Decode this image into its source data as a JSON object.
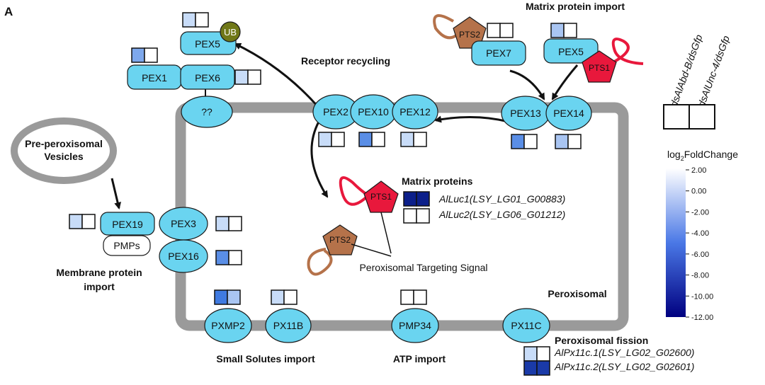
{
  "panel_letter": "A",
  "process_labels": {
    "matrix_protein_import": "Matrix protein import",
    "receptor_recycling": "Receptor recycling",
    "membrane_protein_import": [
      "Membrane protein",
      "import"
    ],
    "small_solutes_import": "Small Solutes import",
    "atp_import": "ATP import",
    "peroxisomal": "Peroxisomal",
    "peroxisomal_fission": "Peroxisomal fission",
    "pre_peroxisomal_vesicles": [
      "Pre-peroxisomal",
      "Vesicles"
    ]
  },
  "proteins": {
    "ub": "UB",
    "pex5_top": "PEX5",
    "pex1": "PEX1",
    "pex6": "PEX6",
    "unknown": "??",
    "pts2_top": "PTS2",
    "pex7": "PEX7",
    "pex5_right": "PEX5",
    "pts1_top": "PTS1",
    "pex2": "PEX2",
    "pex10": "PEX10",
    "pex12": "PEX12",
    "pex13": "PEX13",
    "pex14": "PEX14",
    "pex19": "PEX19",
    "pmps": "PMPs",
    "pex3": "PEX3",
    "pex16": "PEX16",
    "pts1_mid": "PTS1",
    "pts2_mid": "PTS2",
    "pxmp2": "PXMP2",
    "px11b": "PX11B",
    "pmp34": "PMP34",
    "px11c": "PX11C"
  },
  "matrix_proteins": {
    "title": "Matrix proteins",
    "genes": [
      "AlLuc1(LSY_LG01_G00883)",
      "AlLuc2(LSY_LG06_G01212)"
    ]
  },
  "targeting_signal_label": "Peroxisomal Targeting Signal",
  "fission_genes": [
    "AlPx11c.1(LSY_LG02_G02600)",
    "AlPx11c.2(LSY_LG02_G02601)"
  ],
  "legend": {
    "columns": [
      "dsAlAbd-B/dsGfp",
      "dsAlUnc-4/dsGfp"
    ],
    "colorbar_title_prefix": "log",
    "colorbar_title_sub": "2",
    "colorbar_title_suffix": "FoldChange",
    "ticks": [
      "2.00",
      "0.00",
      "-2.00",
      "-4.00",
      "-6.00",
      "-8.00",
      "-10.00",
      "-12.00"
    ],
    "gradient_colors": [
      "#ffffff",
      "#4a78e6",
      "#000080"
    ]
  },
  "heat_colors": {
    "pex5_top": [
      "#c8dcf8",
      "#ffffff"
    ],
    "pex1": [
      "#7ea8ec",
      "#ffffff"
    ],
    "pex6": [
      "#c8dcf8",
      "#ffffff"
    ],
    "pex7": [
      "#ffffff",
      "#ffffff"
    ],
    "pts2_pair": [
      "#ffffff",
      "#ffffff"
    ],
    "pex5_right": [
      "#a9c5f2",
      "#ffffff"
    ],
    "pex2": [
      "#c8dcf8",
      "#ffffff"
    ],
    "pex10": [
      "#5a8ee6",
      "#ffffff"
    ],
    "pex12": [
      "#c8dcf8",
      "#ffffff"
    ],
    "pex13": [
      "#5a8ee6",
      "#ffffff"
    ],
    "pex14": [
      "#a9c5f2",
      "#ffffff"
    ],
    "pex19": [
      "#c8dcf8",
      "#ffffff"
    ],
    "pex3": [
      "#c8dcf8",
      "#ffffff"
    ],
    "pex16": [
      "#5a8ee6",
      "#ffffff"
    ],
    "pxmp2": [
      "#3f7ae0",
      "#a9c5f2"
    ],
    "px11b": [
      "#c8dcf8",
      "#ffffff"
    ],
    "pmp34": [
      "#ffffff",
      "#ffffff"
    ],
    "aluc1": [
      "#0c1f8a",
      "#0c1f8a"
    ],
    "aluc2": [
      "#ffffff",
      "#ffffff"
    ],
    "alpx11c1": [
      "#c8dcf8",
      "#ffffff"
    ],
    "alpx11c2": [
      "#1a3aa8",
      "#1a3aa8"
    ]
  },
  "colors": {
    "protein_fill": "#6ad4f0",
    "protein_stroke": "#1a1a1a",
    "membrane": "#9a9a9a",
    "ub_fill": "#707818",
    "pts1_fill": "#e8183c",
    "pts2_fill": "#b5724a",
    "pts2_tail": "#b5724a",
    "pts1_tail": "#e8183c"
  }
}
